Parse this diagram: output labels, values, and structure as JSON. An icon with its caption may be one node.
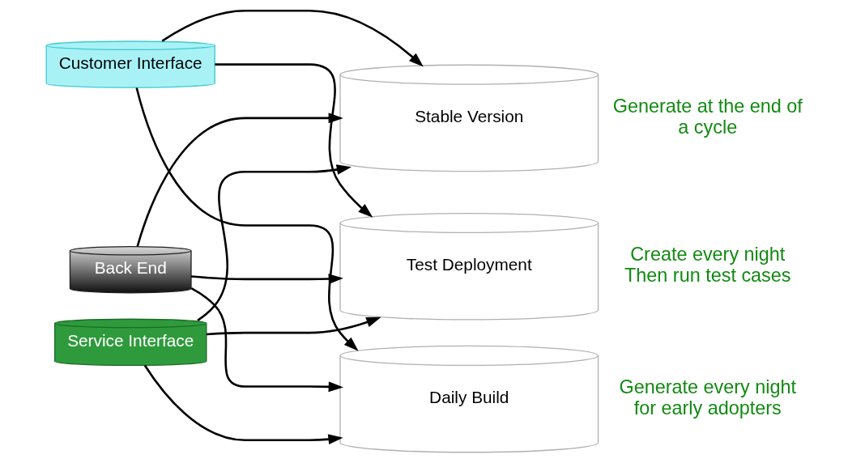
{
  "diagram": {
    "nodes": [
      {
        "text": [
          "Customer Interface"
        ]
      },
      {
        "text": [
          "Back End"
        ]
      },
      {
        "text": [
          "Service Interface"
        ]
      },
      {
        "text": [
          "Test Deployment"
        ],
        "beside": [
          "Create every night Then run test cases"
        ]
      },
      {
        "text": [
          "Stable Version"
        ],
        "beside": [
          "Generate at the end of a cycle"
        ]
      },
      {
        "text": [
          "Daily Build"
        ],
        "beside": [
          "Generate every night for early adopters"
        ]
      }
    ],
    "edges": [
      {
        "from": 0,
        "to": 3,
        "arrow": "to"
      },
      {
        "from": 0,
        "to": 4,
        "arrow": "to"
      },
      {
        "from": 0,
        "to": 5,
        "arrow": "to"
      },
      {
        "from": 1,
        "to": 3,
        "arrow": "to"
      },
      {
        "from": 1,
        "to": 4,
        "arrow": "to"
      },
      {
        "from": 1,
        "to": 5,
        "arrow": "to"
      },
      {
        "from": 2,
        "to": 3,
        "arrow": "to"
      },
      {
        "from": 2,
        "to": 4,
        "arrow": "to"
      },
      {
        "from": 2,
        "to": 5,
        "arrow": "to"
      }
    ]
  }
}
